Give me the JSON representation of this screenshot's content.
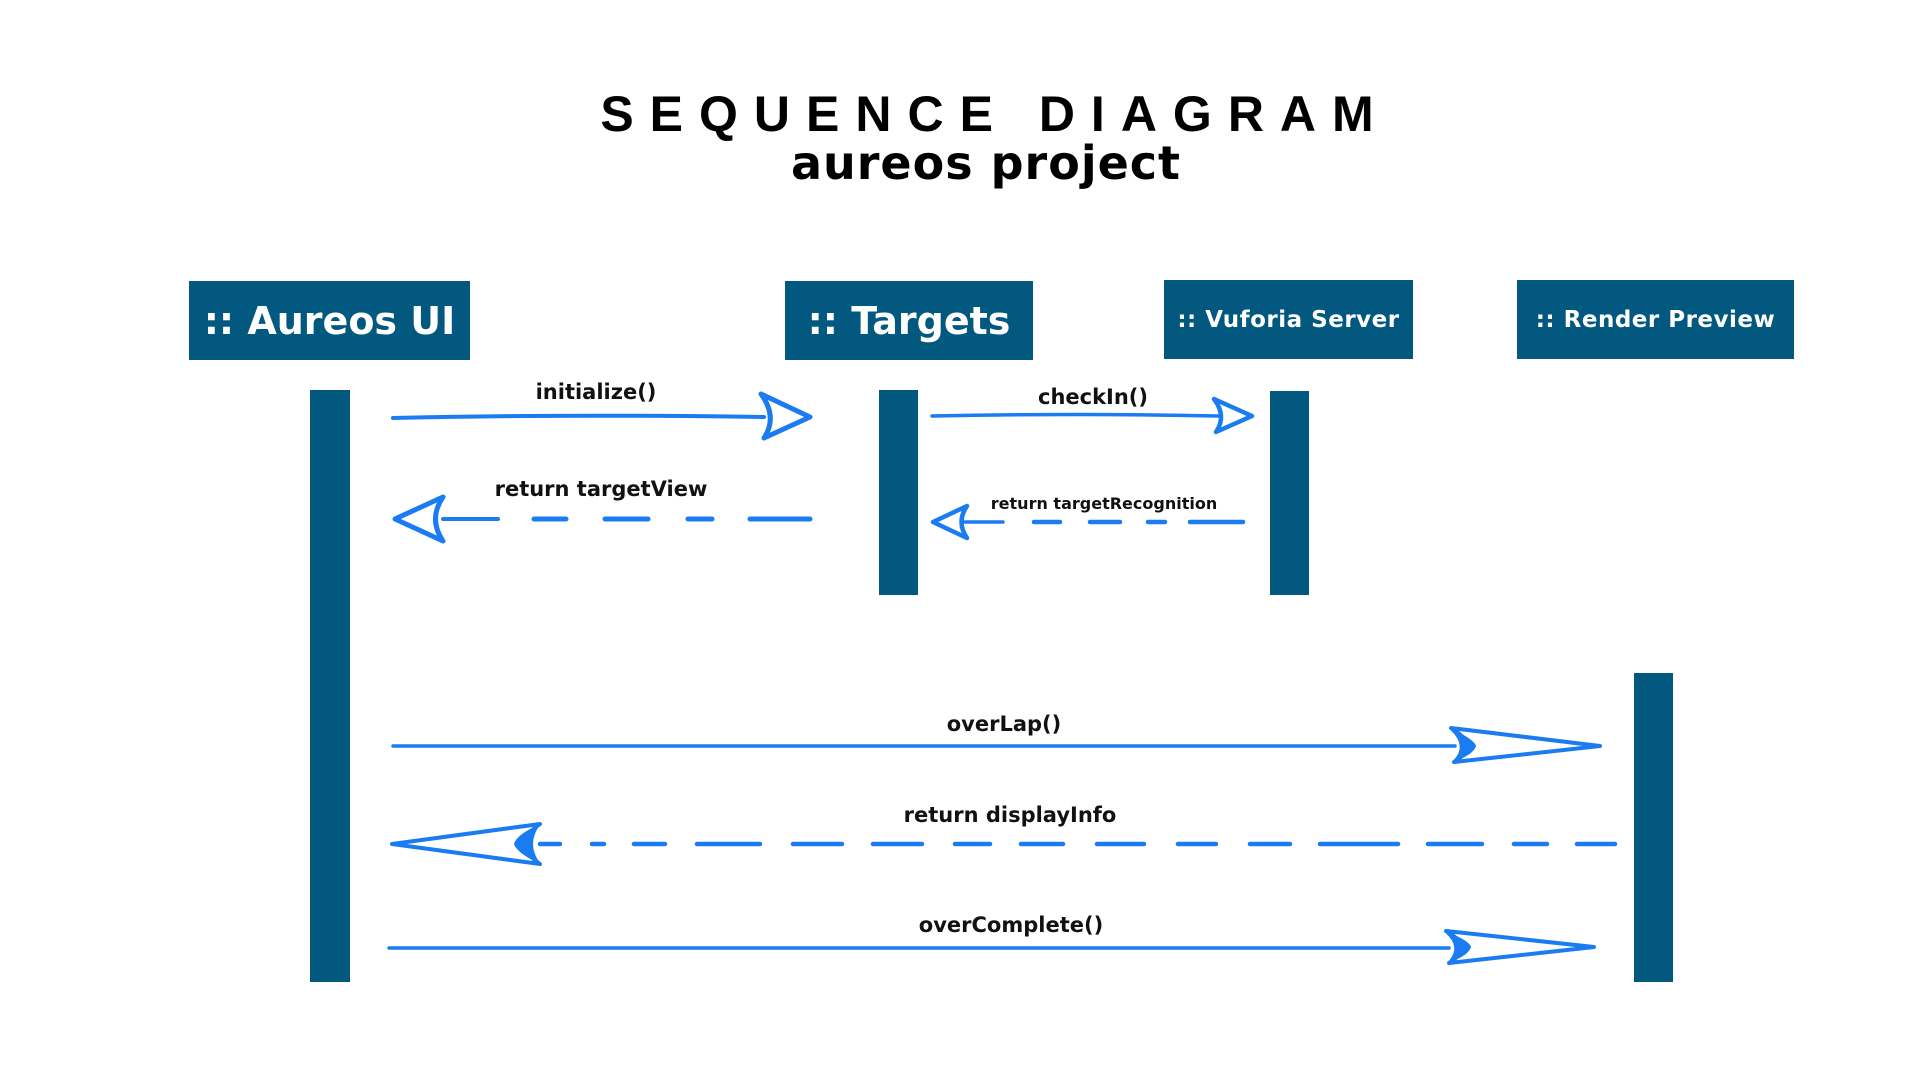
{
  "title": "SEQUENCE DIAGRAM",
  "subtitle": "aureos project",
  "actors": [
    {
      "label": ":: Aureos UI"
    },
    {
      "label": ":: Targets"
    },
    {
      "label": ":: Vuforia Server"
    },
    {
      "label": ":: Render Preview"
    }
  ],
  "messages": [
    {
      "label": "initialize()",
      "kind": "call",
      "from": "Aureos UI",
      "to": "Targets"
    },
    {
      "label": "checkIn()",
      "kind": "call",
      "from": "Targets",
      "to": "Vuforia Server"
    },
    {
      "label": "return targetView",
      "kind": "return",
      "from": "Targets",
      "to": "Aureos UI"
    },
    {
      "label": "return targetRecognition",
      "kind": "return",
      "from": "Vuforia Server",
      "to": "Targets"
    },
    {
      "label": "overLap()",
      "kind": "call",
      "from": "Aureos UI",
      "to": "Render Preview"
    },
    {
      "label": "return displayInfo",
      "kind": "return",
      "from": "Render Preview",
      "to": "Aureos UI"
    },
    {
      "label": "overComplete()",
      "kind": "call",
      "from": "Aureos UI",
      "to": "Render Preview"
    }
  ],
  "colors": {
    "actor_fill": "#02587f",
    "arrow": "#1a7cf0",
    "text": "#000000"
  }
}
